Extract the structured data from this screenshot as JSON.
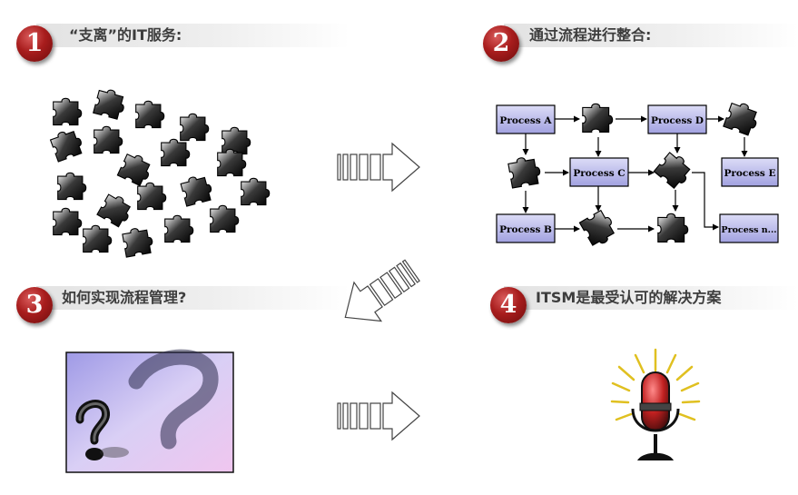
{
  "steps": [
    {
      "number": "1",
      "title": "“支离”的IT服务:"
    },
    {
      "number": "2",
      "title": "通过流程进行整合:"
    },
    {
      "number": "3",
      "title": "如何实现流程管理?"
    },
    {
      "number": "4",
      "title": "ITSM是最受认可的解决方案"
    }
  ],
  "flow": {
    "process_a": "Process A",
    "process_b": "Process B",
    "process_c": "Process C",
    "process_d": "Process D",
    "process_e": "Process E",
    "process_n": "Process n..."
  },
  "colors": {
    "badge": "#a81d1d",
    "process_box": "#b7b7ea",
    "question_bg": "#c7bdf0"
  }
}
